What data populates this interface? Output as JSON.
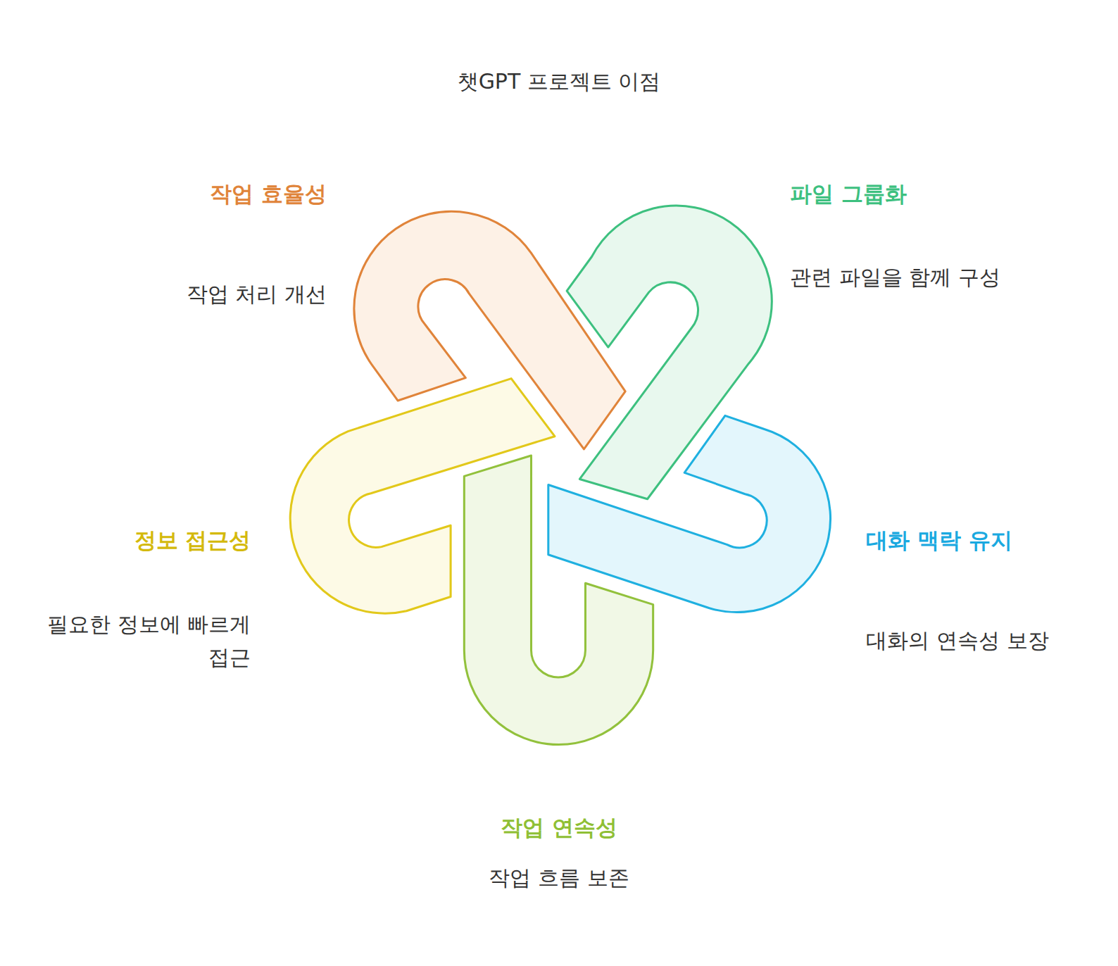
{
  "diagram": {
    "title": "챗GPT 프로젝트 이점",
    "nodes": [
      {
        "text": [
          "작업 효율성",
          "작업 처리 개선"
        ]
      },
      {
        "text": [
          "파일 그룹화",
          "관련 파일을 함께 구성"
        ]
      },
      {
        "text": [
          "정보 접근성",
          "필요한 정보에 빠르게 접근"
        ]
      },
      {
        "text": [
          "대화 맥락 유지",
          "대화의 연속성 보장"
        ]
      },
      {
        "text": [
          "작업 연속성",
          "작업 흐름 보존"
        ]
      }
    ]
  }
}
